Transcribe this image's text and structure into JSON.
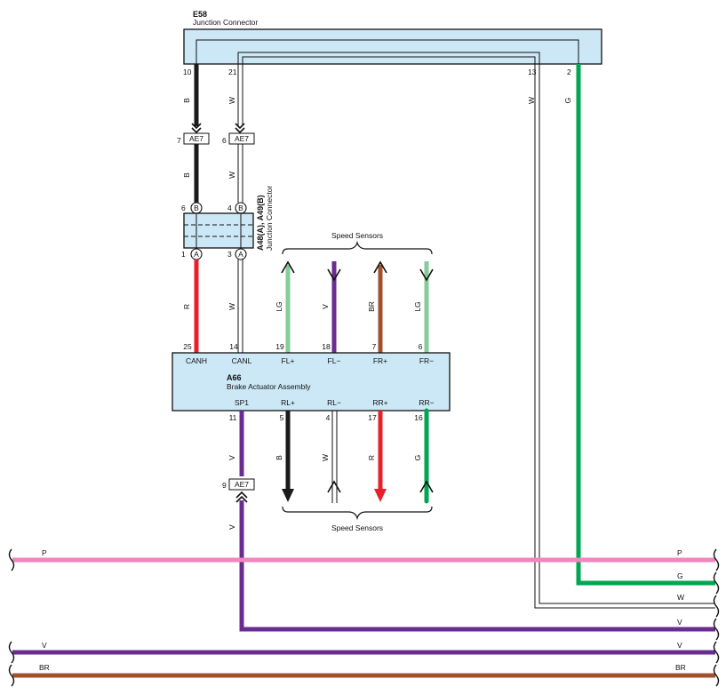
{
  "e58": {
    "id": "E58",
    "name": "Junction Connector",
    "pins": {
      "p10": "10",
      "p21": "21",
      "p13": "13",
      "p2": "2"
    }
  },
  "junction_a48": {
    "id": "A48(A), A49(B)",
    "name": "Junction Connector",
    "pins": {
      "top_left": "6",
      "top_right": "4",
      "bot_left": "1",
      "bot_right": "3"
    },
    "top_mark": "B",
    "bottom_mark": "A"
  },
  "a66": {
    "id": "A66",
    "name": "Brake Actuator Assembly",
    "top_pins": [
      "25",
      "14",
      "19",
      "18",
      "7",
      "6"
    ],
    "top_labels": [
      "CANH",
      "CANL",
      "FL+",
      "FL−",
      "FR+",
      "FR−"
    ],
    "bottom_pins": [
      "11",
      "5",
      "4",
      "17",
      "16"
    ],
    "bottom_labels": [
      "SP1",
      "RL+",
      "RL−",
      "RR+",
      "RR−"
    ]
  },
  "connectors": {
    "ae7": "AE7",
    "pin_ae7_left": "7",
    "pin_ae7_mid": "6",
    "pin_ae7_sp1": "9"
  },
  "speed_sensors_label": "Speed Sensors",
  "wire_colors": {
    "w10_upper": "B",
    "w10_lower": "B",
    "w21_upper": "W",
    "w21_lower": "W",
    "w13": "W",
    "w2": "G",
    "canh": "R",
    "canl": "W",
    "fl_plus": "LG",
    "fl_minus": "V",
    "fr_plus": "BR",
    "fr_minus": "LG",
    "sp1_upper": "V",
    "sp1_lower": "V",
    "rl_plus": "B",
    "rl_minus": "W",
    "rr_plus": "R",
    "rr_minus": "G"
  },
  "bus": {
    "p_left": "P",
    "p_right": "P",
    "g_right": "G",
    "w_right": "W",
    "v_right": "V",
    "v2_left": "V",
    "v2_right": "V",
    "br_left": "BR",
    "br_right": "BR"
  },
  "colors": {
    "black": "#1a1a1a",
    "white_wire": "#ffffff",
    "green": "#00a651",
    "red": "#e8202a",
    "light_green": "#86cc9a",
    "violet": "#6a2c91",
    "brown": "#a0522d",
    "pink": "#ef86bd",
    "box_fill": "#cce8f6"
  }
}
